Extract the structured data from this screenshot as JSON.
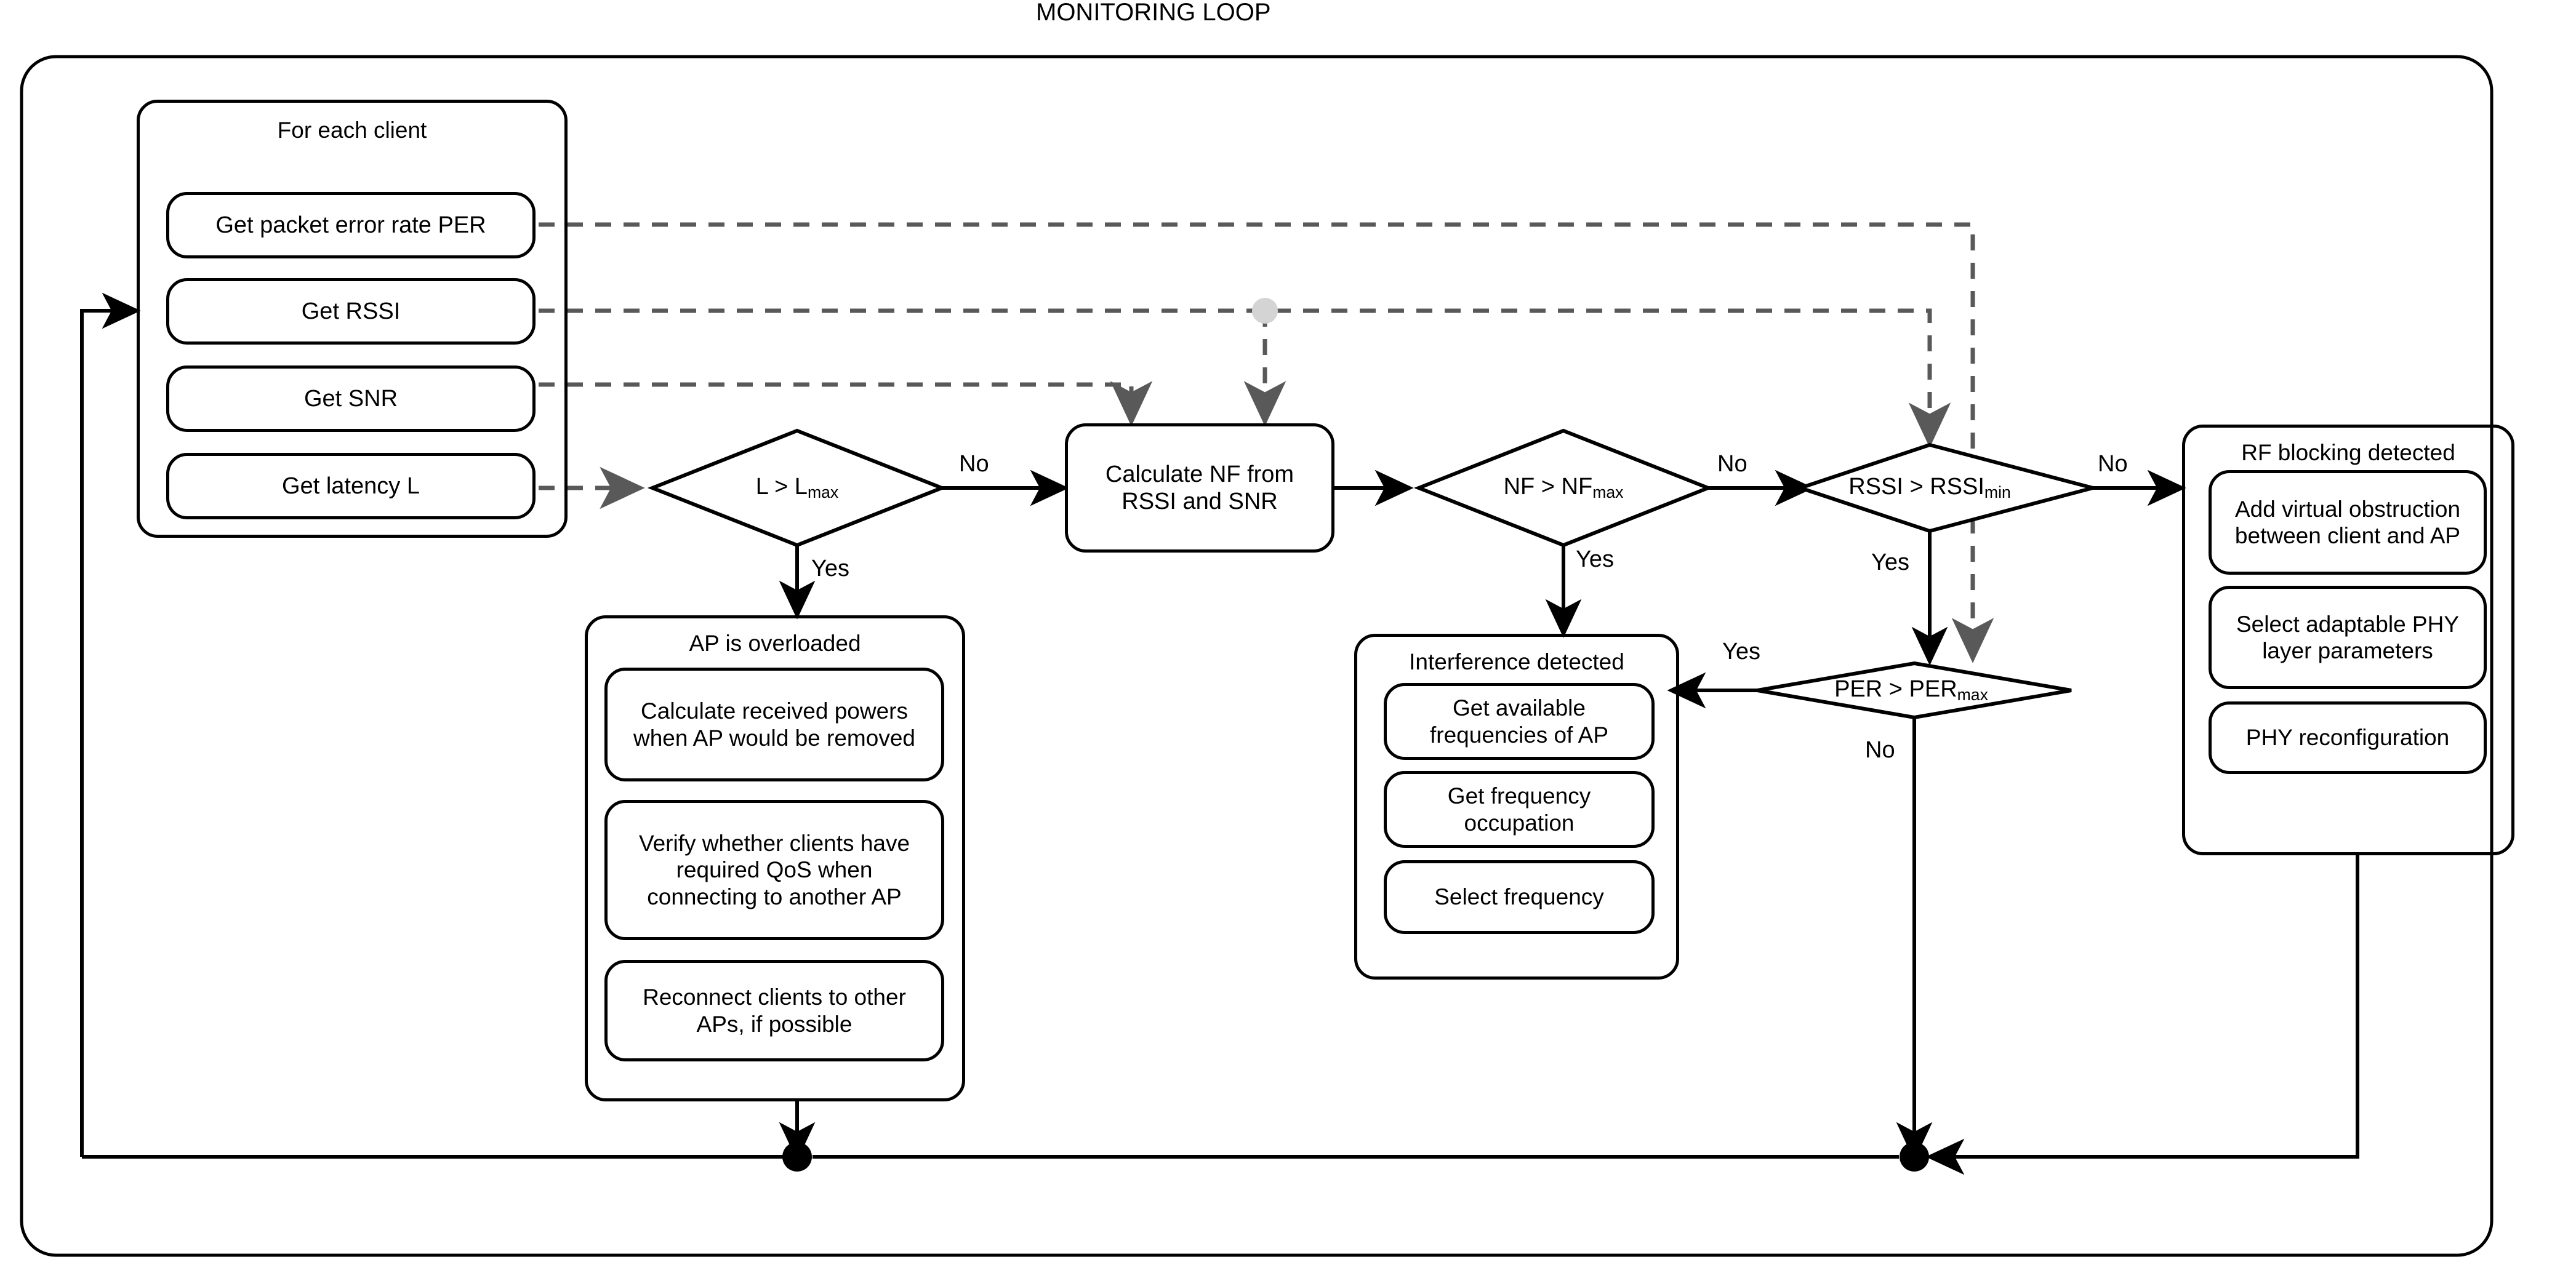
{
  "title": "MONITORING LOOP",
  "groups": {
    "for_each_client": {
      "title": "For each client",
      "steps": [
        "Get packet error rate PER",
        "Get RSSI",
        "Get SNR",
        "Get latency L"
      ]
    },
    "ap_overloaded": {
      "title": "AP is overloaded",
      "steps": [
        "Calculate received powers when AP would be removed",
        "Verify whether clients have required QoS when connecting to another AP",
        "Reconnect clients to other APs, if possible"
      ]
    },
    "interference_detected": {
      "title": "Interference detected",
      "steps": [
        "Get available frequencies of AP",
        "Get frequency occupation",
        "Select frequency"
      ]
    },
    "rf_blocking": {
      "title": "RF blocking detected",
      "steps": [
        "Add virtual obstruction between client and AP",
        "Select adaptable PHY layer parameters",
        "PHY reconfiguration"
      ]
    }
  },
  "process": {
    "calculate_nf": "Calculate NF from RSSI and SNR"
  },
  "decisions": {
    "latency": {
      "lhs": "L > L",
      "sub": "max"
    },
    "nf": {
      "lhs": "NF > NF",
      "sub": "max"
    },
    "rssi": {
      "lhs": "RSSI > RSSI",
      "sub": "min"
    },
    "per": {
      "lhs": "PER > PER",
      "sub": "max"
    }
  },
  "edge_labels": {
    "latency_no": "No",
    "latency_yes": "Yes",
    "nf_no": "No",
    "nf_yes": "Yes",
    "rssi_no": "No",
    "rssi_yes": "Yes",
    "per_yes": "Yes",
    "per_no": "No"
  },
  "colors": {
    "stroke": "#000000",
    "dashed": "#595959",
    "junction_gray": "#d4d4d4",
    "background": "#ffffff"
  }
}
